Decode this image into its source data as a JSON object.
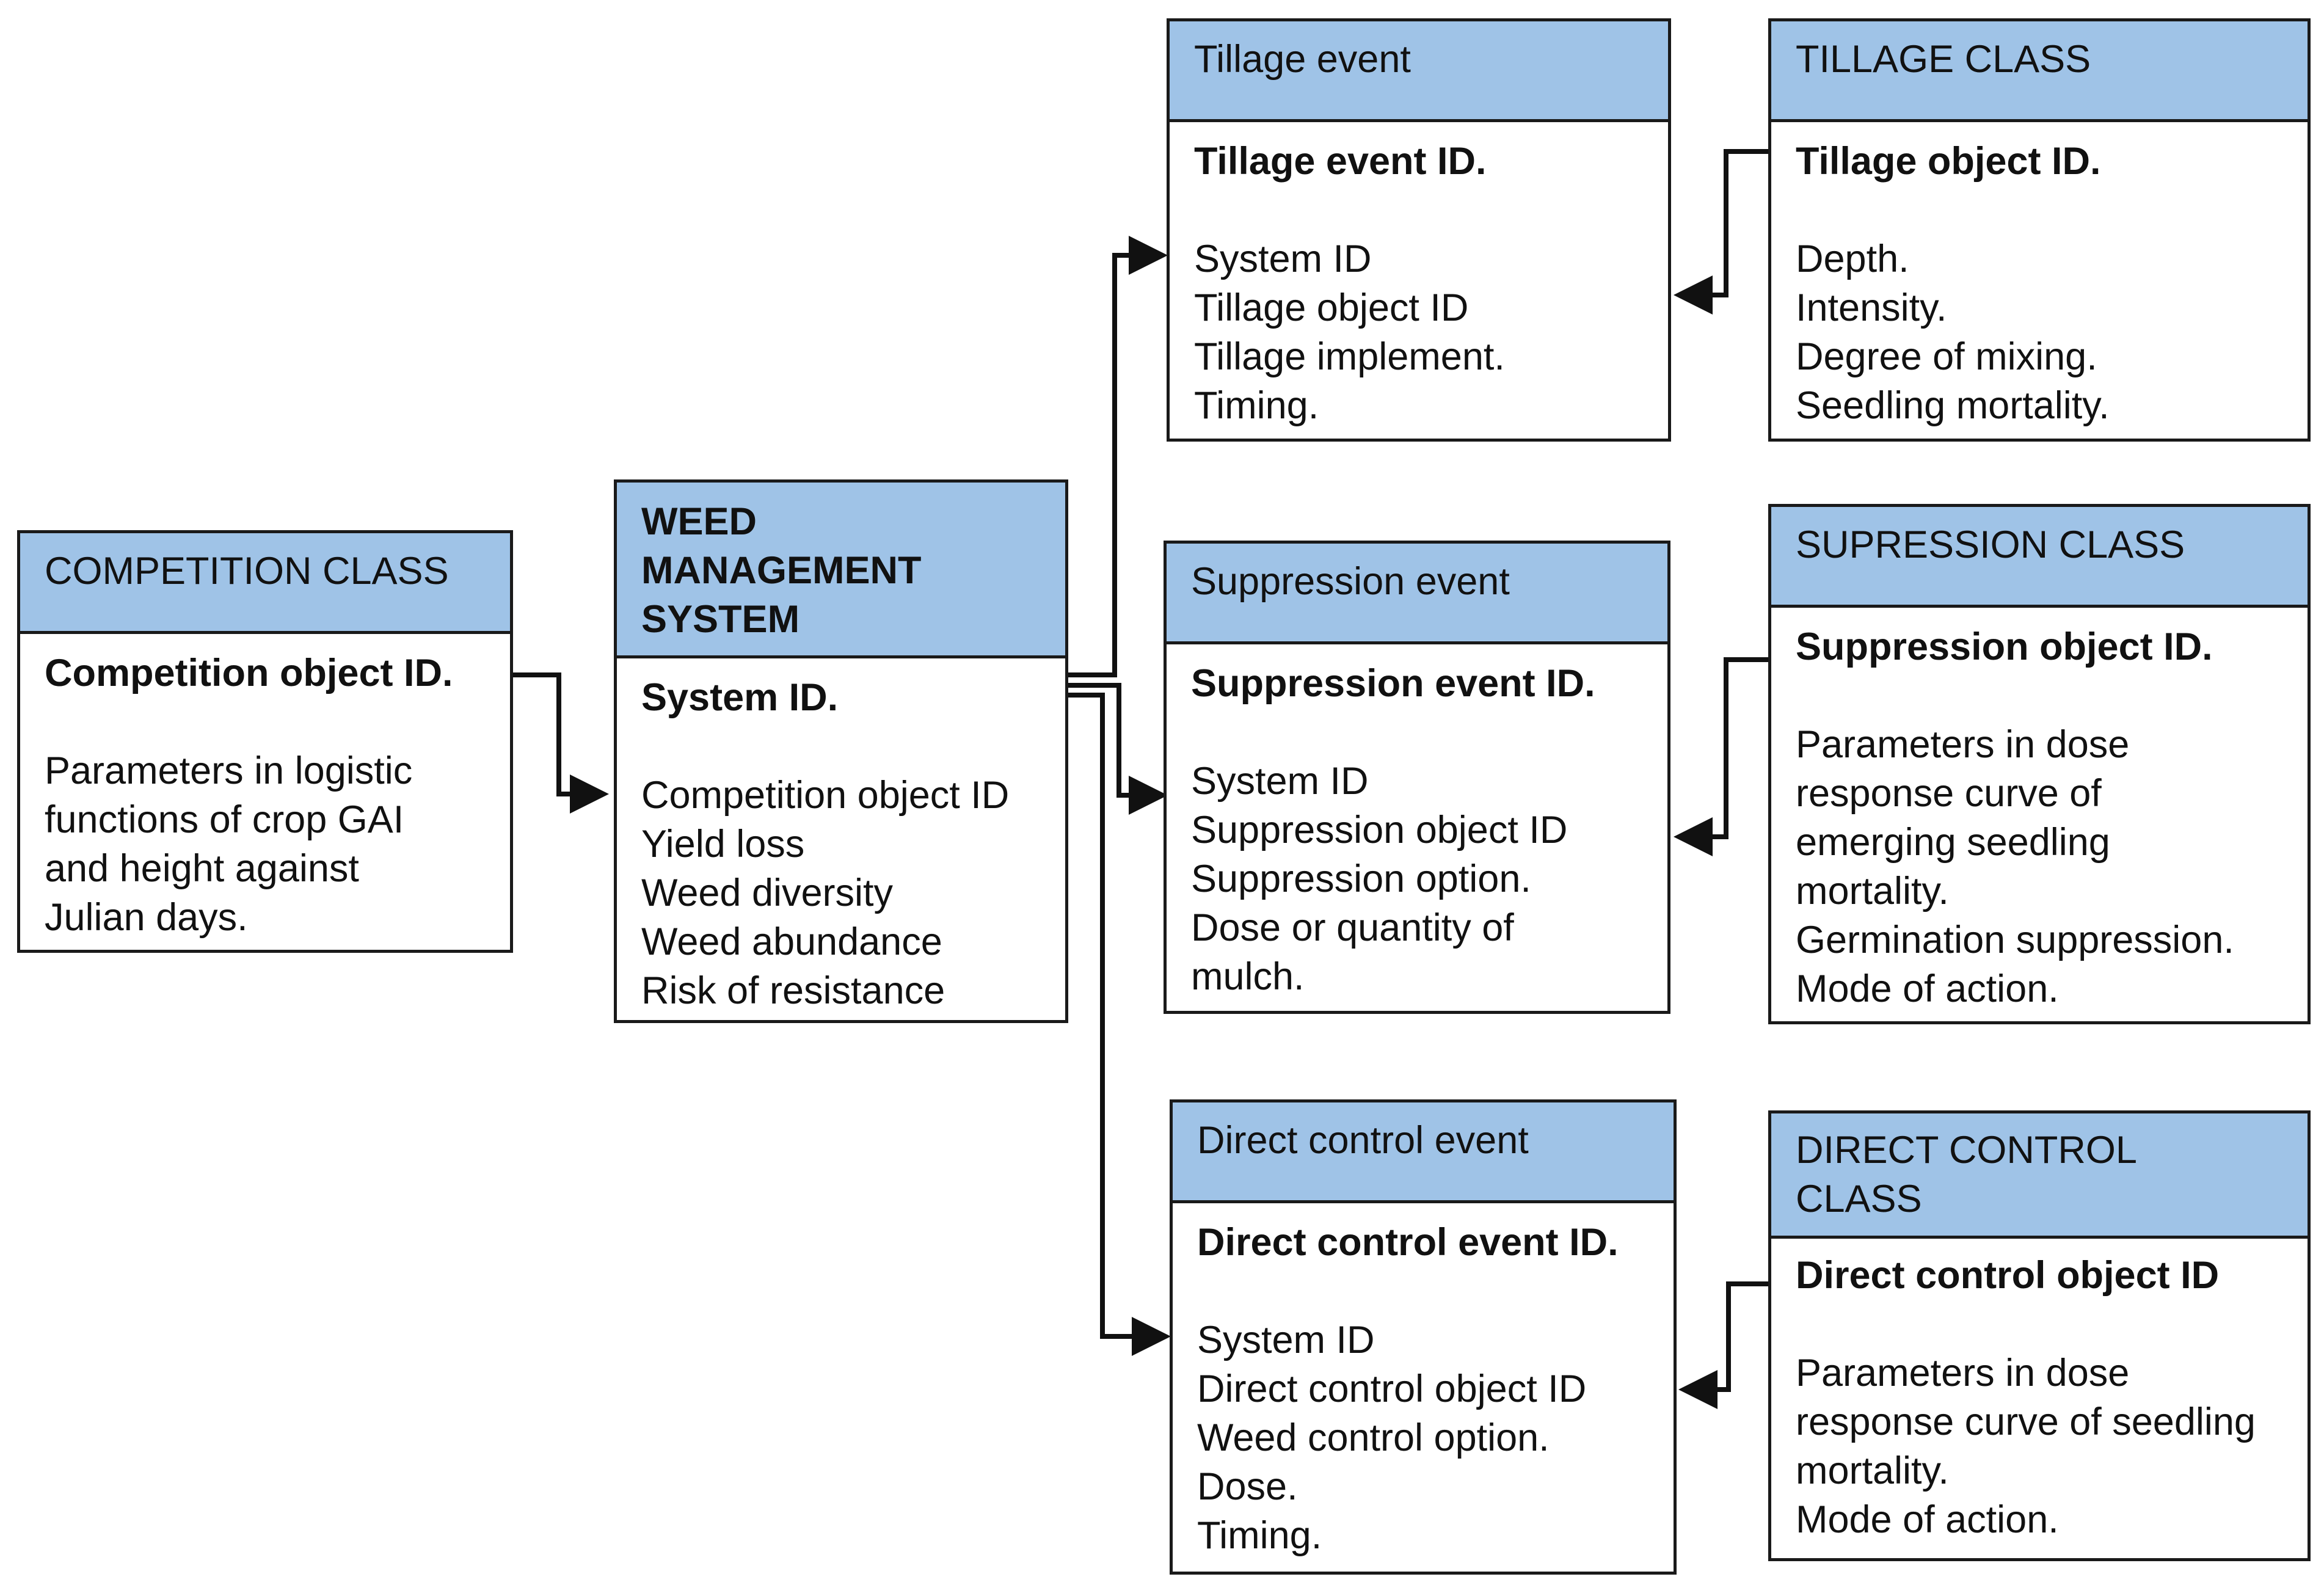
{
  "boxes": {
    "competition_class": {
      "header": "COMPETITION CLASS",
      "key": "Competition object ID.",
      "fields": [
        "Parameters in logistic\nfunctions of crop GAI\nand height against\nJulian days."
      ]
    },
    "weed_management_system": {
      "header": "WEED\nMANAGEMENT\nSYSTEM",
      "key": "System ID.",
      "fields": [
        "Competition object ID",
        "Yield loss",
        "Weed diversity",
        "Weed abundance",
        "Risk of resistance"
      ]
    },
    "tillage_event": {
      "header": "Tillage event",
      "key": "Tillage event ID.",
      "fields": [
        "System ID",
        "Tillage object  ID",
        "Tillage implement.",
        "Timing."
      ]
    },
    "tillage_class": {
      "header": "TILLAGE CLASS",
      "key": "Tillage object ID.",
      "fields": [
        "Depth.",
        "Intensity.",
        "Degree of mixing.",
        "Seedling mortality."
      ]
    },
    "suppression_event": {
      "header": "Suppression event",
      "key": "Suppression event ID.",
      "fields": [
        "System ID",
        "Suppression object  ID",
        "Suppression option.",
        "Dose or quantity of\nmulch."
      ]
    },
    "suppression_class": {
      "header": "SUPRESSION CLASS",
      "key": "Suppression object ID.",
      "fields": [
        "Parameters in dose\nresponse curve of\nemerging seedling\nmortality.",
        "Germination suppression.",
        "Mode of action."
      ]
    },
    "direct_control_event": {
      "header": "Direct control event",
      "key": "Direct control event ID.",
      "fields": [
        "System ID",
        "Direct control object  ID",
        "Weed control option.",
        "Dose.",
        "Timing."
      ]
    },
    "direct_control_class": {
      "header": "DIRECT CONTROL\nCLASS",
      "key": "Direct control object ID",
      "fields": [
        "Parameters in dose\nresponse curve of seedling\nmortality.",
        "Mode of action."
      ]
    }
  },
  "colors": {
    "header_fill": "#9fc3e7",
    "border": "#1a1a1a"
  }
}
